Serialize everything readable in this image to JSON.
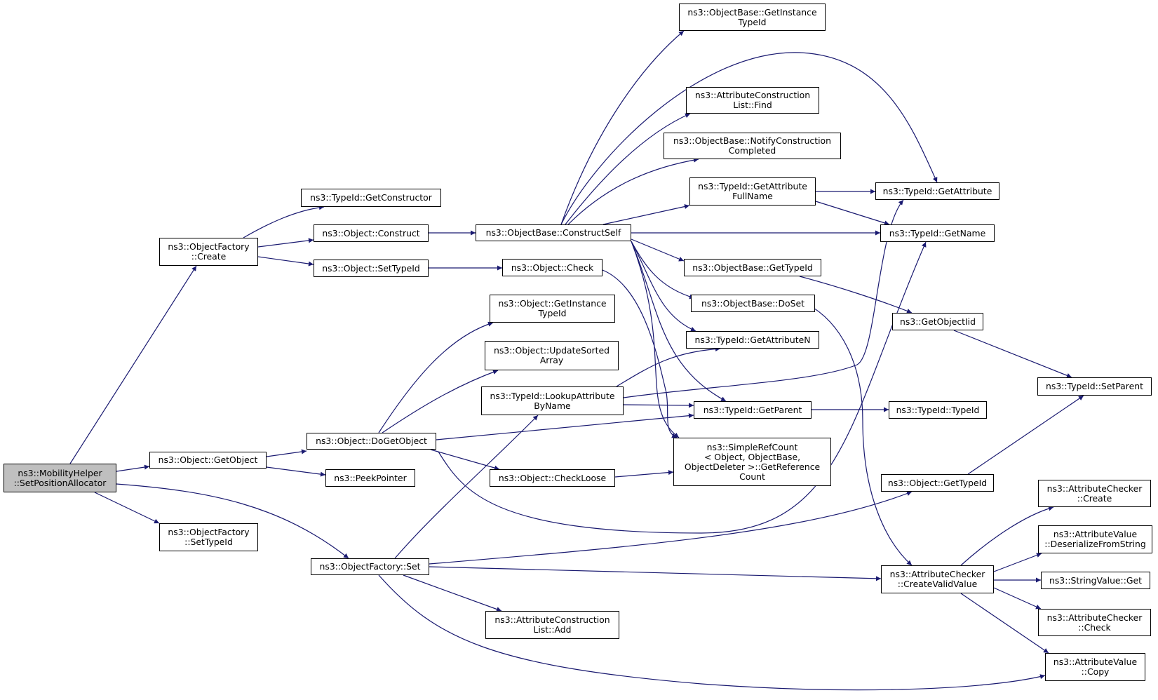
{
  "colors": {
    "edge": "#191970",
    "node_border": "#000000",
    "root_fill": "#bfbfbf",
    "node_fill": "#ffffff"
  },
  "nodes": {
    "setposalloc": [
      "ns3::MobilityHelper",
      "::SetPositionAllocator"
    ],
    "of_create": [
      "ns3::ObjectFactory",
      "::Create"
    ],
    "of_settypeid": [
      "ns3::ObjectFactory",
      "::SetTypeId"
    ],
    "getobject": [
      "ns3::Object::GetObject"
    ],
    "of_set": [
      "ns3::ObjectFactory::Set"
    ],
    "tid_getconstructor": [
      "ns3::TypeId::GetConstructor"
    ],
    "obj_construct": [
      "ns3::Object::Construct"
    ],
    "obj_settypeid": [
      "ns3::Object::SetTypeId"
    ],
    "dogetobject": [
      "ns3::Object::DoGetObject"
    ],
    "peekpointer": [
      "ns3::PeekPointer"
    ],
    "constructself": [
      "ns3::ObjectBase::ConstructSelf"
    ],
    "obj_check": [
      "ns3::Object::Check"
    ],
    "obj_getinstancetypeid": [
      "ns3::Object::GetInstance",
      "TypeId"
    ],
    "obj_updatesorted": [
      "ns3::Object::UpdateSorted",
      "Array"
    ],
    "tid_lookupattr": [
      "ns3::TypeId::LookupAttribute",
      "ByName"
    ],
    "obj_checkloose": [
      "ns3::Object::CheckLoose"
    ],
    "acl_add": [
      "ns3::AttributeConstruction",
      "List::Add"
    ],
    "ob_getinstancetypeid": [
      "ns3::ObjectBase::GetInstance",
      "TypeId"
    ],
    "acl_find": [
      "ns3::AttributeConstruction",
      "List::Find"
    ],
    "ob_notify": [
      "ns3::ObjectBase::NotifyConstruction",
      "Completed"
    ],
    "tid_getattrfullname": [
      "ns3::TypeId::GetAttribute",
      "FullName"
    ],
    "ob_gettypeid": [
      "ns3::ObjectBase::GetTypeId"
    ],
    "ob_doset": [
      "ns3::ObjectBase::DoSet"
    ],
    "tid_getattributen": [
      "ns3::TypeId::GetAttributeN"
    ],
    "tid_getparent": [
      "ns3::TypeId::GetParent"
    ],
    "simplerefcount": [
      "ns3::SimpleRefCount",
      "< Object, ObjectBase,",
      " ObjectDeleter >::GetReference",
      "Count"
    ],
    "tid_getattribute": [
      "ns3::TypeId::GetAttribute"
    ],
    "tid_getname": [
      "ns3::TypeId::GetName"
    ],
    "getobjectiid": [
      "ns3::GetObjectIid"
    ],
    "tid_typeid": [
      "ns3::TypeId::TypeId"
    ],
    "obj_gettypeid": [
      "ns3::Object::GetTypeId"
    ],
    "ac_createvalid": [
      "ns3::AttributeChecker",
      "::CreateValidValue"
    ],
    "tid_setparent": [
      "ns3::TypeId::SetParent"
    ],
    "ac_create": [
      "ns3::AttributeChecker",
      "::Create"
    ],
    "av_deserialize": [
      "ns3::AttributeValue",
      "::DeserializeFromString"
    ],
    "sv_get": [
      "ns3::StringValue::Get"
    ],
    "ac_check": [
      "ns3::AttributeChecker",
      "::Check"
    ],
    "av_copy": [
      "ns3::AttributeValue",
      "::Copy"
    ]
  }
}
